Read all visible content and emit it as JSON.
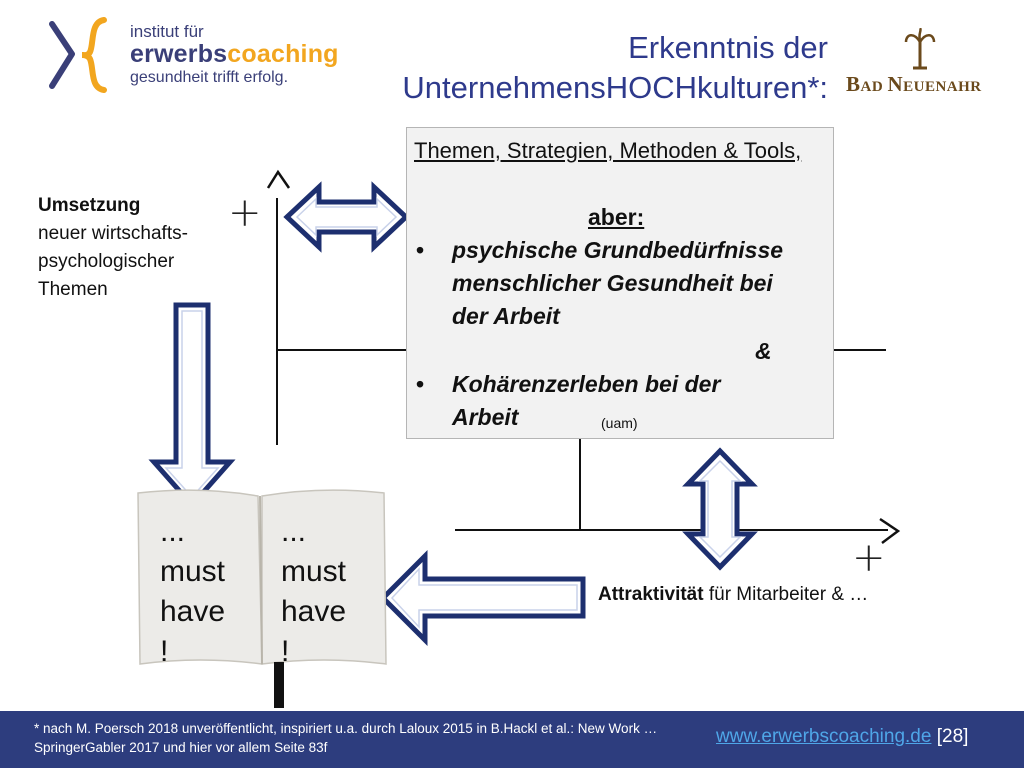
{
  "logo": {
    "line1": "institut für",
    "line2_part1": "erwerbs",
    "line2_part2": "coaching",
    "line3": "gesundheit trifft erfolg."
  },
  "title": {
    "line1": "Erkenntnis der",
    "line2": "UnternehmensHOCHkulturen*:"
  },
  "partner_logo": {
    "part1": "B",
    "part2": "AD ",
    "part3": "N",
    "part4": "EUENAHR"
  },
  "left_label": {
    "bold": "Umsetzung",
    "line2": "neuer wirtschafts-",
    "line3": "psychologischer",
    "line4": "Themen"
  },
  "box": {
    "heading": "Themen, Strategien, Methoden & Tools,",
    "aber": "aber:",
    "bullet1": "psychische Grundbedürfnisse menschlicher Gesundheit bei der Arbeit",
    "ampersand": "&",
    "bullet2": "Kohärenzerleben bei der Arbeit",
    "uam": "(uam)"
  },
  "axes": {
    "plus_y": "+",
    "plus_x": "+"
  },
  "attractiveness": {
    "bold": "Attraktivität",
    "rest": " für Mitarbeiter & …"
  },
  "book": {
    "left_page": [
      "...",
      "must",
      "have",
      "!"
    ],
    "right_page": [
      "...",
      "must",
      "have",
      "!"
    ]
  },
  "footer": {
    "footnote_line1": "* nach M. Poersch 2018 unveröffentlicht, inspiriert u.a. durch Laloux 2015 in B.Hackl et al.: New Work …",
    "footnote_line2": "SpringerGabler 2017  und hier vor allem Seite 83f",
    "website": "www.erwerbscoaching.de",
    "page": " [28]"
  },
  "colors": {
    "brand_blue": "#2d3d7e",
    "brand_orange": "#f2a61f",
    "title_blue": "#2e3a8c",
    "arrow_stroke": "#1d2f6f"
  }
}
